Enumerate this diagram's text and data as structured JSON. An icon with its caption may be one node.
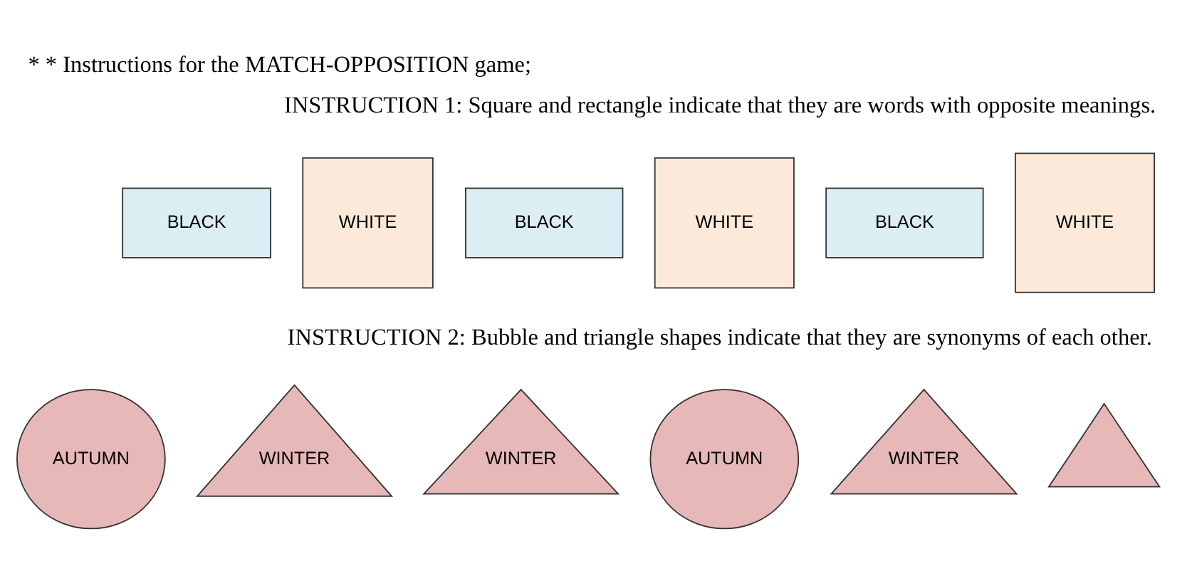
{
  "diagram": {
    "title": "* * Instructions for the MATCH-OPPOSITION game;",
    "nodes": [
      {
        "text": [
          "BLACK"
        ]
      },
      {
        "text": [
          "WHITE"
        ]
      },
      {
        "text": [
          "BLACK"
        ]
      },
      {
        "text": [
          "WHITE"
        ]
      },
      {
        "text": [
          "BLACK"
        ]
      },
      {
        "text": [
          "WHITE"
        ]
      },
      {
        "text": [
          "AUTUMN"
        ]
      },
      {
        "text": [
          "WINTER"
        ]
      },
      {
        "text": [
          "WINTER"
        ]
      },
      {
        "text": [
          "AUTUMN"
        ]
      },
      {
        "text": [
          "WINTER"
        ]
      },
      {
        "text": [],
        "shape": "triangle"
      }
    ],
    "edges": [],
    "labels": [
      "INSTRUCTION 1: Square and rectangle indicate that they are words with opposite meanings.",
      "INSTRUCTION 2: Bubble and triangle shapes indicate that they are synonyms of each other."
    ]
  }
}
